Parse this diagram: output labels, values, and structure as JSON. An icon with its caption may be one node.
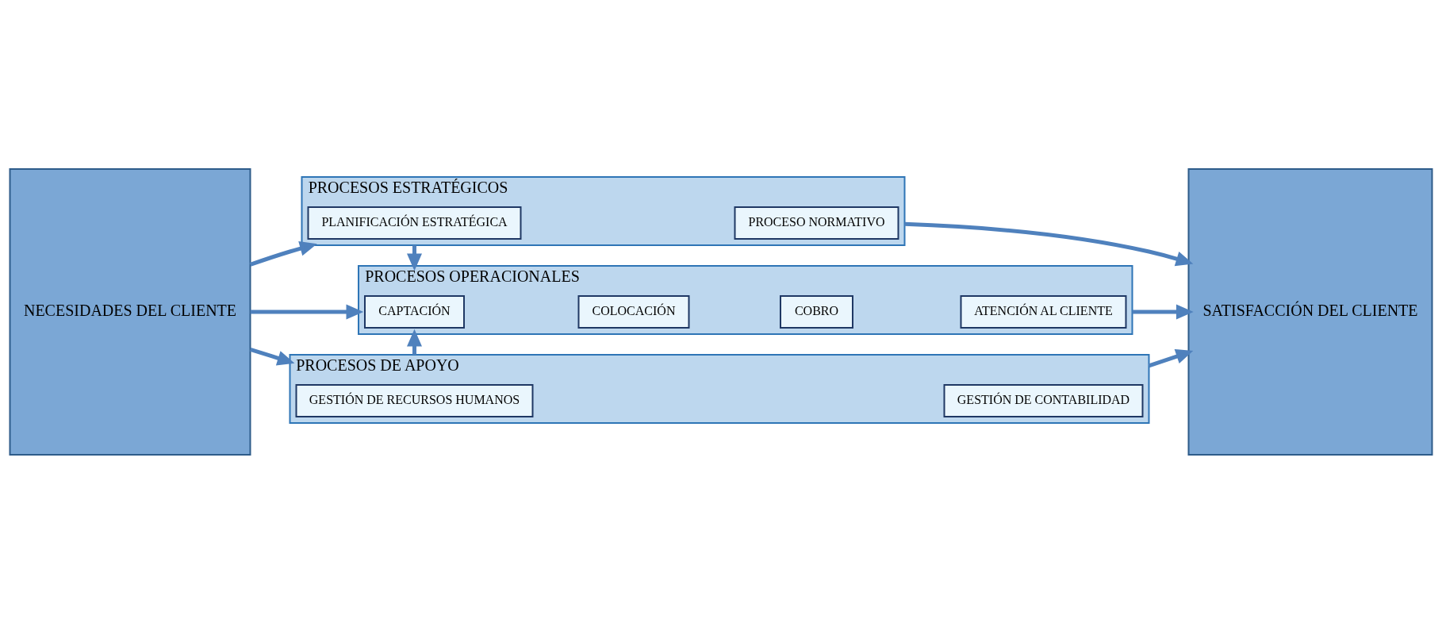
{
  "diagram": {
    "nodes": [
      {
        "text": [
          "NECESIDADES DEL CLIENTE"
        ]
      },
      {
        "text": [
          "PROCESOS ESTRATÉGICOS"
        ]
      },
      {
        "text": [
          "PLANIFICACIÓN ESTRATÉGICA"
        ],
        "in": 1
      },
      {
        "text": [
          "PROCESO NORMATIVO"
        ],
        "in": 1
      },
      {
        "text": [
          "PROCESOS OPERACIONALES"
        ]
      },
      {
        "text": [
          "CAPTACIÓN"
        ],
        "in": 4
      },
      {
        "text": [
          "COLOCACIÓN"
        ],
        "in": 4
      },
      {
        "text": [
          "COBRO"
        ],
        "in": 4
      },
      {
        "text": [
          "ATENCIÓN AL CLIENTE"
        ],
        "in": 4
      },
      {
        "text": [
          "PROCESOS DE APOYO"
        ]
      },
      {
        "text": [
          "GESTIÓN DE RECURSOS HUMANOS"
        ],
        "in": 9
      },
      {
        "text": [
          "GESTIÓN DE CONTABILIDAD"
        ],
        "in": 9
      },
      {
        "text": [
          "SATISFACCIÓN DEL CLIENTE"
        ]
      }
    ],
    "edges": [
      {
        "from": 0,
        "to": 1,
        "arrow": "to"
      },
      {
        "from": 0,
        "to": 4,
        "arrow": "to"
      },
      {
        "from": 0,
        "to": 9,
        "arrow": "to"
      },
      {
        "from": 1,
        "to": 4,
        "arrow": "to"
      },
      {
        "from": 9,
        "to": 4,
        "arrow": "to"
      },
      {
        "from": 1,
        "to": 12,
        "arrow": "to"
      },
      {
        "from": 4,
        "to": 12,
        "arrow": "to"
      },
      {
        "from": 9,
        "to": 12,
        "arrow": "to"
      }
    ]
  }
}
